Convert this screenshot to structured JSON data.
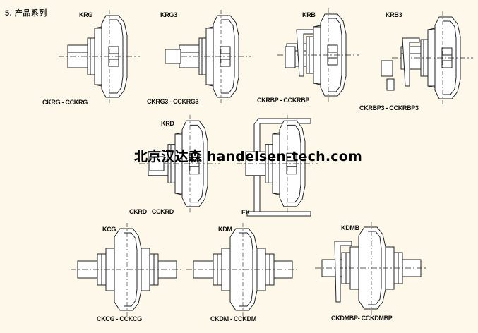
{
  "header": {
    "title": "5. 产品系列"
  },
  "watermark": {
    "text": "北京汉达森 handelsen-tech.com"
  },
  "models": [
    {
      "top": "KRG",
      "bottom": "CKRG - CCKRG"
    },
    {
      "top": "KRG3",
      "bottom": "CKRG3 - CCKRG3"
    },
    {
      "top": "KRB",
      "bottom": "CKRBP - CCKRBP"
    },
    {
      "top": "KRB3",
      "bottom": "CKRBP3 - CCKRBP3"
    },
    {
      "top": "KRD",
      "bottom": "CKRD - CCKRD"
    },
    {
      "top": "EK",
      "bottom": ""
    },
    {
      "top": "KCG",
      "bottom": "CKCG - CCKCG"
    },
    {
      "top": "KDM",
      "bottom": "CKDM - CCKDM"
    },
    {
      "top": "KDMB",
      "bottom": "CKDMBP- CCKDMBP"
    }
  ]
}
